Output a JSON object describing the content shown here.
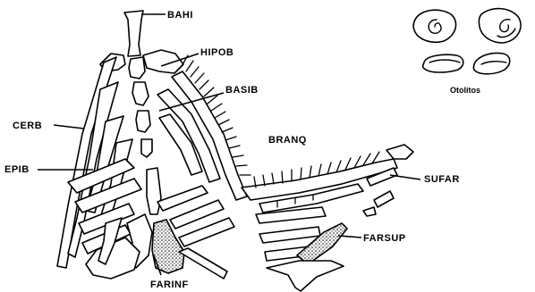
{
  "labels": {
    "bahi": "BAHI",
    "hipob": "HIPOB",
    "basib": "BASIB",
    "cerb": "CERB",
    "epib": "EPIB",
    "branq": "BRANQ",
    "sufar": "SUFAR",
    "farsup": "FARSUP",
    "farinf": "FARINF",
    "otolitos": "Otolitos"
  }
}
